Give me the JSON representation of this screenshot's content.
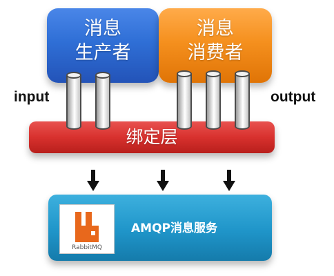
{
  "producer": {
    "label": "消息\n生产者",
    "color": "#2f6fd6"
  },
  "consumer": {
    "label": "消息\n消费者",
    "color": "#f5901e"
  },
  "binding": {
    "label": "绑定层",
    "color": "#d8312e"
  },
  "input_label": "input",
  "output_label": "output",
  "service": {
    "label": "AMQP消息服务",
    "color": "#1f95c9"
  },
  "logo": {
    "text": "RabbitMQ",
    "color": "#e8681c",
    "icon": "rabbitmq-logo"
  },
  "arrow_icon": "down-arrow-icon"
}
